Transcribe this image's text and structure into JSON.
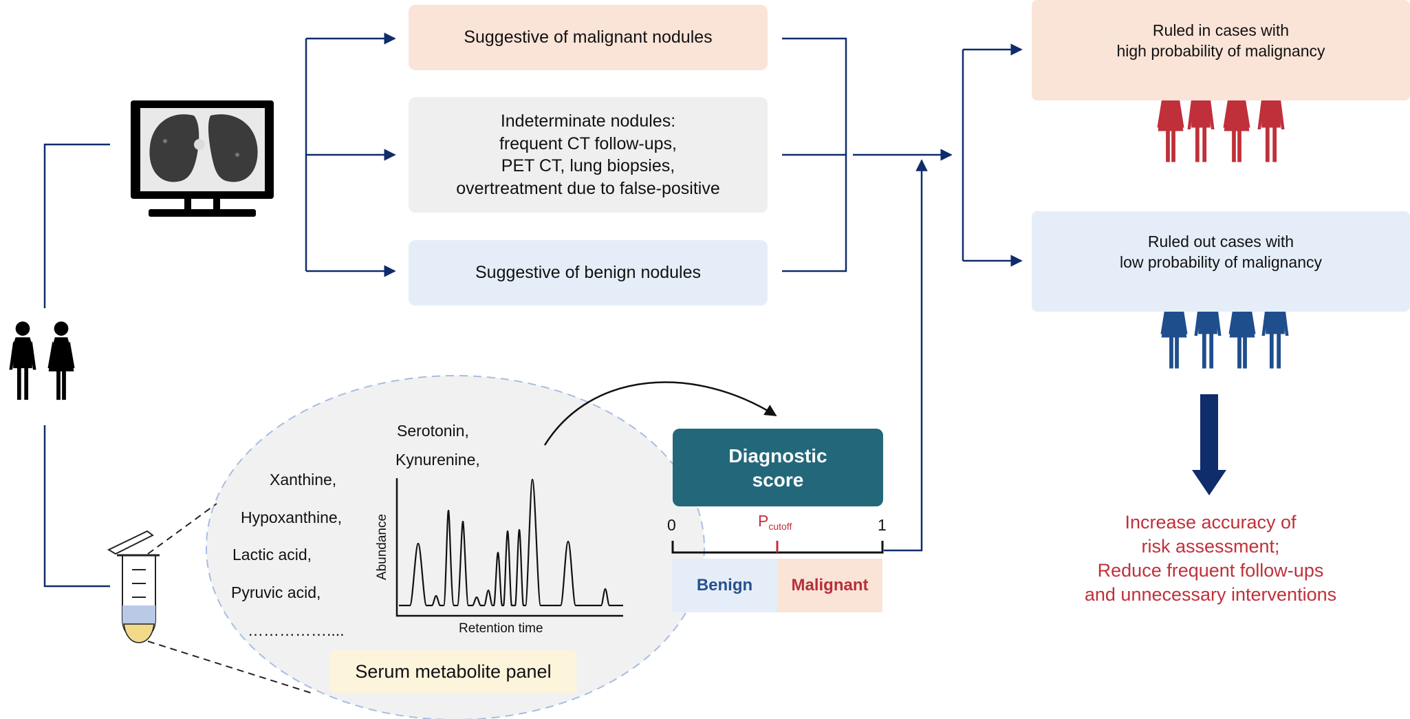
{
  "ct_branches": {
    "malignant": "Suggestive of malignant nodules",
    "indeterminate": [
      "Indeterminate nodules:",
      "frequent CT follow-ups,",
      "PET CT, lung biopsies,",
      "overtreatment due to false-positive"
    ],
    "benign": "Suggestive of benign nodules"
  },
  "outcomes": {
    "ruled_in": [
      "Ruled in cases with",
      "high probability of malignancy"
    ],
    "ruled_out": [
      "Ruled out cases with",
      "low probability of malignancy"
    ]
  },
  "score": {
    "title": "Diagnostic score",
    "scale_min": "0",
    "scale_max": "1",
    "cutoff_main": "P",
    "cutoff_sub": "cutoff",
    "cutoff_fraction": 0.5,
    "bands": [
      "Benign",
      "Malignant"
    ]
  },
  "metabolites": {
    "items": [
      "Serotonin,",
      "Kynurenine,",
      "Xanthine,",
      "Hypoxanthine,",
      "Lactic acid,",
      "Pyruvic acid,",
      "……………...."
    ],
    "y_axis": "Abundance",
    "x_axis": "Retention time",
    "panel_label": "Serum metabolite panel"
  },
  "conclusion": [
    "Increase accuracy of",
    "risk assessment;",
    "Reduce frequent follow-ups",
    "and unnecessary interventions"
  ],
  "icons": [
    "people-pair-icon",
    "ct-monitor-icon",
    "sample-tube-icon",
    "people-group-red-icon",
    "people-group-blue-icon"
  ],
  "colors": {
    "line_navy": "#0f2c6b",
    "score_teal": "#23687a",
    "malignant_red": "#c0303a",
    "benign_blue": "#1f4e8c",
    "people_red": "#c0303a",
    "people_blue": "#1f4e8c"
  }
}
